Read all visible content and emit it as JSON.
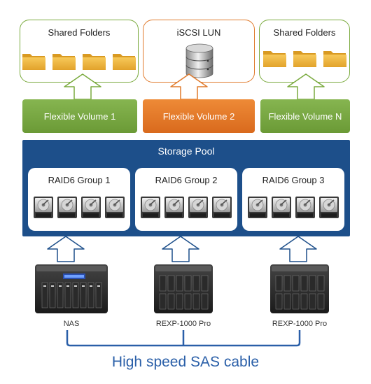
{
  "top_boxes": [
    {
      "title": "Shared Folders",
      "icon": "folder-icon",
      "count": 4,
      "color": "#7aaa3e"
    },
    {
      "title": "iSCSI LUN",
      "icon": "database-icon",
      "color": "#e07a2c"
    },
    {
      "title": "Shared Folders",
      "icon": "folder-icon",
      "count": 3,
      "color": "#7aaa3e"
    }
  ],
  "volumes": [
    {
      "label": "Flexible Volume 1",
      "color": "#7aaa3e"
    },
    {
      "label": "Flexible Volume 2",
      "color": "#e07a2c"
    },
    {
      "label": "Flexible Volume N",
      "color": "#7aaa3e"
    }
  ],
  "storage_pool": {
    "title": "Storage Pool",
    "color": "#1d4f8a",
    "groups": [
      {
        "label": "RAID6 Group 1",
        "disk_count": 4
      },
      {
        "label": "RAID6 Group 2",
        "disk_count": 4
      },
      {
        "label": "RAID6 Group 3",
        "disk_count": 4
      }
    ]
  },
  "devices": [
    {
      "label": "NAS",
      "icon": "nas-server-icon"
    },
    {
      "label": "REXP-1000 Pro",
      "icon": "expansion-unit-icon"
    },
    {
      "label": "REXP-1000 Pro",
      "icon": "expansion-unit-icon"
    }
  ],
  "connection": {
    "label": "High speed SAS cable",
    "color": "#2a5fa8"
  }
}
